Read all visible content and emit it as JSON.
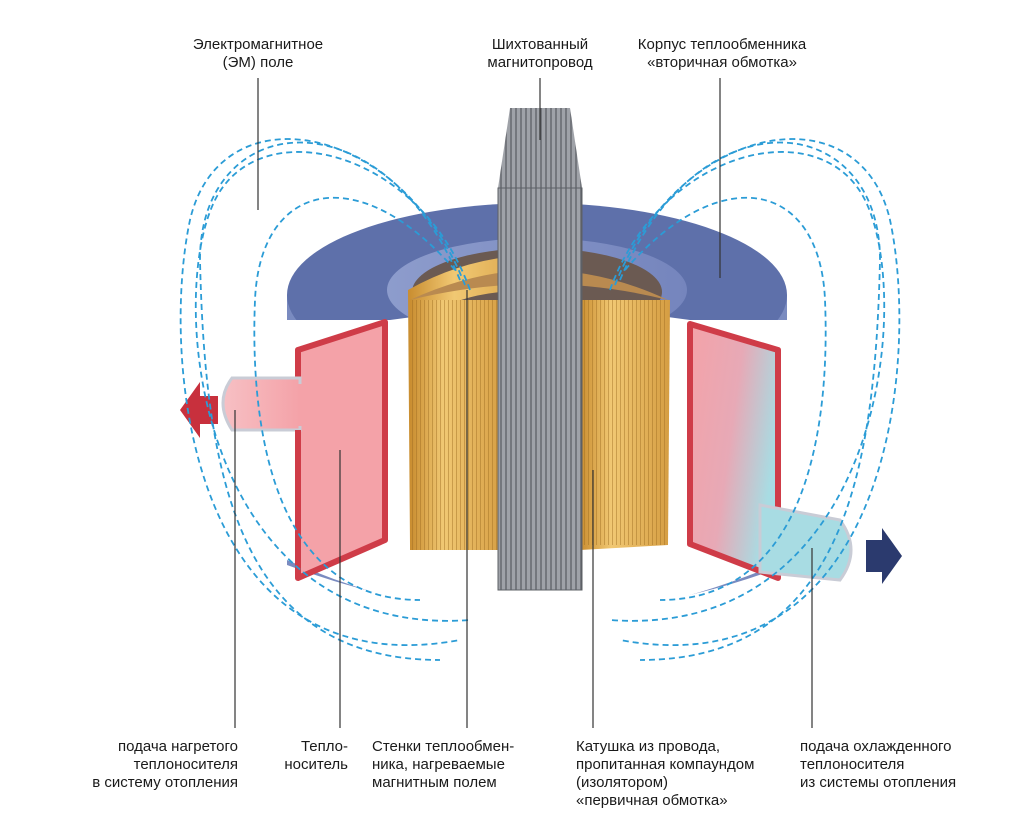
{
  "labels": {
    "em_field": "Электромагнитное\n(ЭМ) поле",
    "core": "Шихтованный\nмагнитопровод",
    "housing": "Корпус теплообменника\n«вторичная обмотка»",
    "hot_outlet": "подача нагретого\nтеплоносителя\nв систему отопления",
    "coolant": "Тепло-\nноситель",
    "walls": "Стенки теплообмен-\nника, нагреваемые\nмагнитным полем",
    "coil": "Катушка из провода,\nпропитанная компаундом\n(изолятором)\n«первичная обмотка»",
    "cold_inlet": "подача охлажденного\nтеплоносителя\nиз системы отопления"
  },
  "colors": {
    "housing_blue": "#6f80b6",
    "housing_dark": "#4d5f98",
    "coolant_pink": "#f4a2a8",
    "coolant_border": "#cf3c48",
    "cold_cyan": "#a8dce3",
    "coil_gold": "#e8b85c",
    "core_gray": "#8a8d93",
    "field_line": "#2b9cd6",
    "arrow_red": "#c8303d",
    "arrow_navy": "#2b3a6e"
  }
}
